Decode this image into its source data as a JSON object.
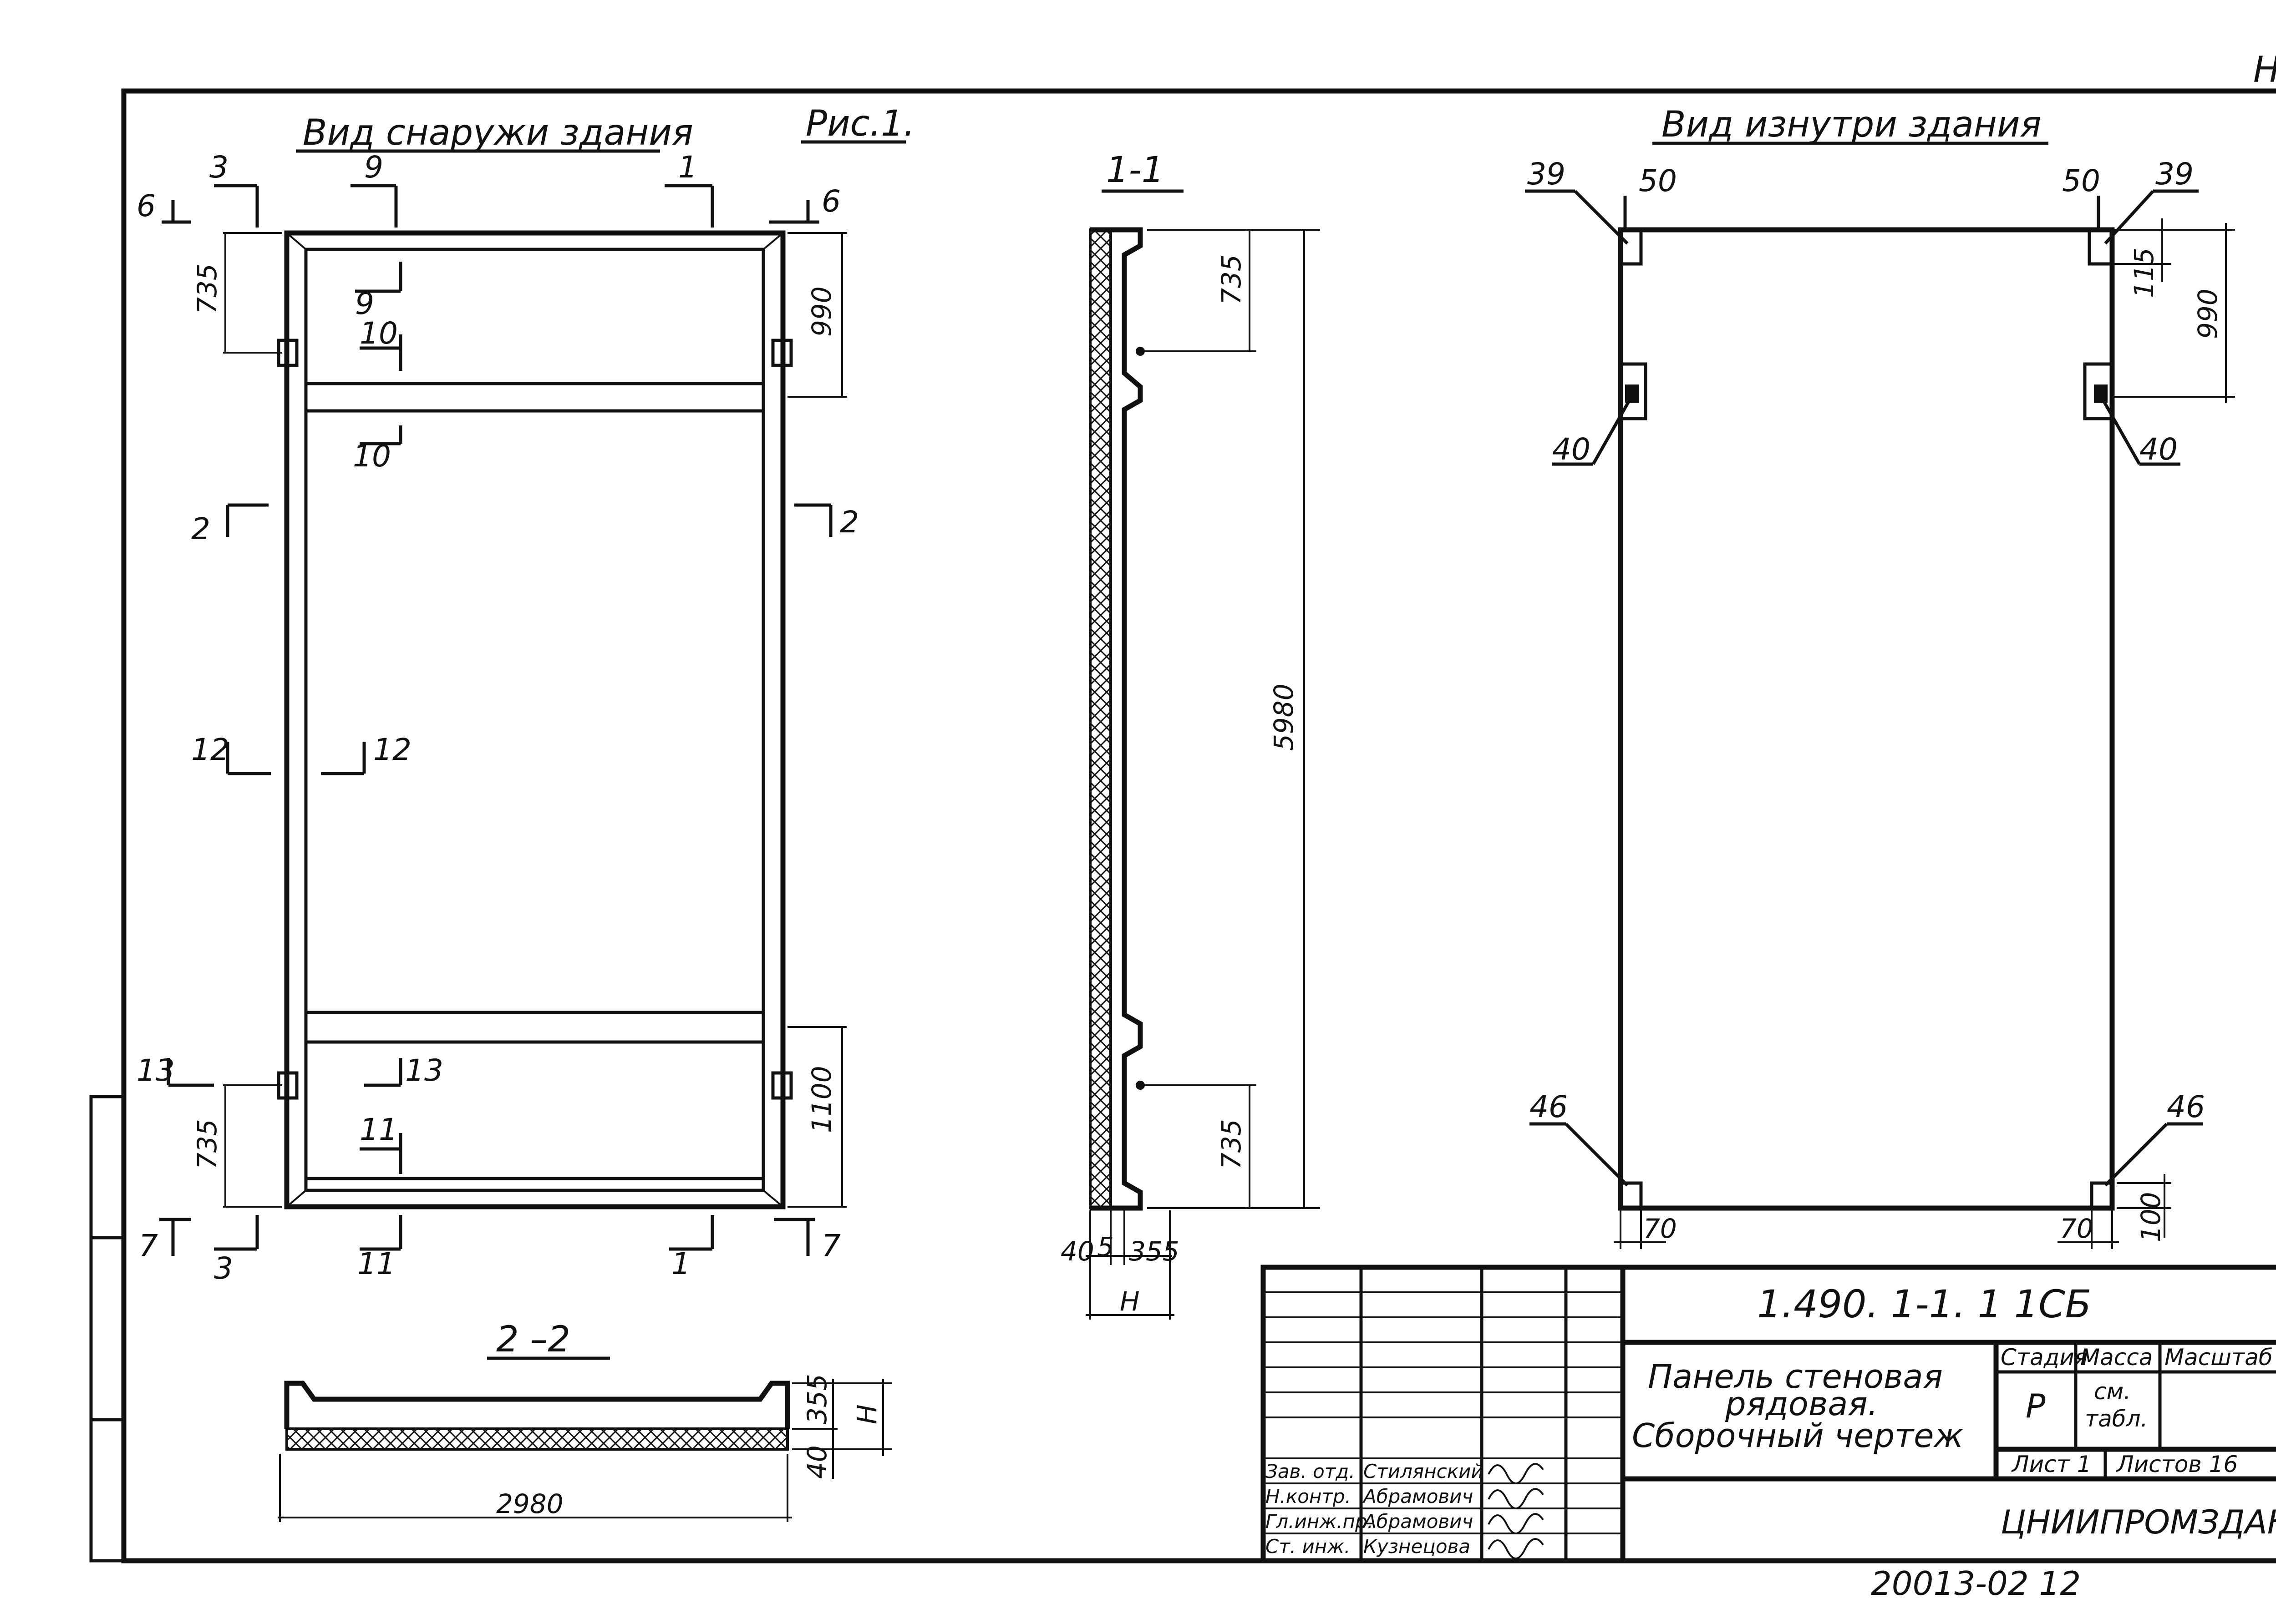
{
  "corner_mark": "Н",
  "fig_label": "Рис.1.",
  "view_outside": {
    "title": "Вид снаружи здания",
    "marks": {
      "s3": "3",
      "s9": "9",
      "s1": "1",
      "s6": "6",
      "s10": "10",
      "s2": "2",
      "s12": "12",
      "s13": "13",
      "s11": "11",
      "s7": "7"
    },
    "dims": {
      "d735_top": "735",
      "d990": "990",
      "d735_bot": "735",
      "d1100": "1100"
    }
  },
  "section_1_1": {
    "title": "1-1",
    "dims": {
      "d735_top": "735",
      "d5980": "5980",
      "d735_bot": "735",
      "d40": "40",
      "d5": "5",
      "d355": "355",
      "dH": "Н"
    }
  },
  "section_2_2": {
    "title": "2 –2",
    "dims": {
      "d2980": "2980",
      "d355": "355",
      "d40": "40",
      "dH": "Н"
    }
  },
  "view_inside": {
    "title": "Вид изнутри здания",
    "callouts": {
      "c39l": "39",
      "c50l": "50",
      "c50r": "50",
      "c39r": "39",
      "c40l": "40",
      "c40r": "40",
      "c46l": "46",
      "c46r": "46"
    },
    "dims": {
      "d115": "115",
      "d990": "990",
      "d70l": "70",
      "d70r": "70",
      "d100": "100"
    }
  },
  "title_block": {
    "code": "1.490. 1-1. 1 1СБ",
    "name_line1": "Панель стеновая",
    "name_line2": "рядовая.",
    "name_line3": "Сборочный чертеж",
    "stage_header": "Стадия",
    "mass_header": "Масса",
    "scale_header": "Масштаб",
    "stage_value": "Р",
    "mass_value_1": "см.",
    "mass_value_2": "табл.",
    "sheet_label": "Лист 1",
    "sheets_label": "Листов 16",
    "org": "ЦНИИПРОМЗДАНИЙ",
    "roles": [
      {
        "role": "Зав. отд.",
        "name": "Стилянский"
      },
      {
        "role": "Н.контр.",
        "name": "Абрамович"
      },
      {
        "role": "Гл.инж.пр.",
        "name": "Абрамович"
      },
      {
        "role": "Ст. инж.",
        "name": "Кузнецова"
      }
    ]
  },
  "stamp_number": "20013-02 12"
}
